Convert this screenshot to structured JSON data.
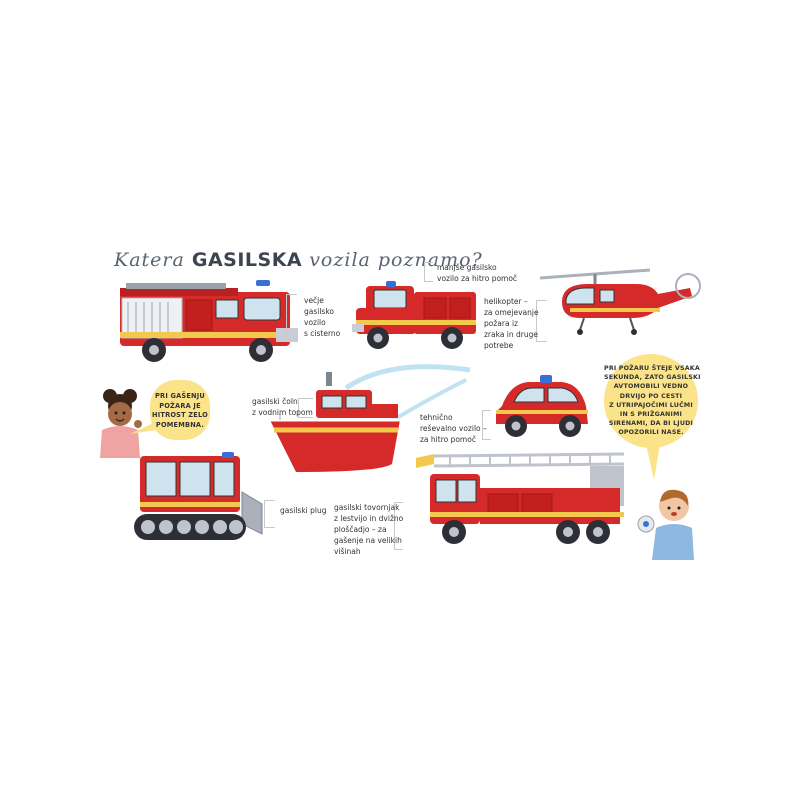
{
  "title": {
    "part1": "Katera",
    "part2": "GASILSKA",
    "part3": "vozila poznamo?"
  },
  "labels": {
    "tanker": [
      "večje",
      "gasilsko",
      "vozilo",
      "s cisterno"
    ],
    "small_truck": [
      "manjše gasilsko",
      "vozilo za hitro pomoč"
    ],
    "helicopter": [
      "helikopter –",
      "za omejevanje",
      "požara iz",
      "zraka in druge",
      "potrebe"
    ],
    "boat": [
      "gasilski čoln",
      "z vodnim topom"
    ],
    "rescue_car": [
      "tehnično",
      "reševalno vozilo –",
      "za hitro pomoč"
    ],
    "plow": [
      "gasilski plug"
    ],
    "ladder": [
      "gasilski tovornjak",
      "z lestvijo in dvižno",
      "ploščadjo – za",
      "gašenje na velikih",
      "višinah"
    ]
  },
  "bubbles": {
    "left": [
      "PRI GAŠENJU",
      "POŽARA JE",
      "HITROST ZELO",
      "POMEMBNA."
    ],
    "right": [
      "PRI POŽARU ŠTEJE VSAKA",
      "SEKUNDA, ZATO GASILSKI",
      "AVTOMOBILI VEDNO",
      "DRVIJO PO CESTI",
      "Z UTRIPAJOČIMI LUČMI",
      "IN S PRIŽGANIMI",
      "SIRENAMI, DA BI LJUDI",
      "OPOZORILI NASE."
    ]
  },
  "colors": {
    "truck_red": "#d62a2a",
    "stripe_yellow": "#f2c94c",
    "bubble_yellow": "#fbe38a",
    "window_blue": "#cfe3ef",
    "tire": "#2e2e36"
  }
}
